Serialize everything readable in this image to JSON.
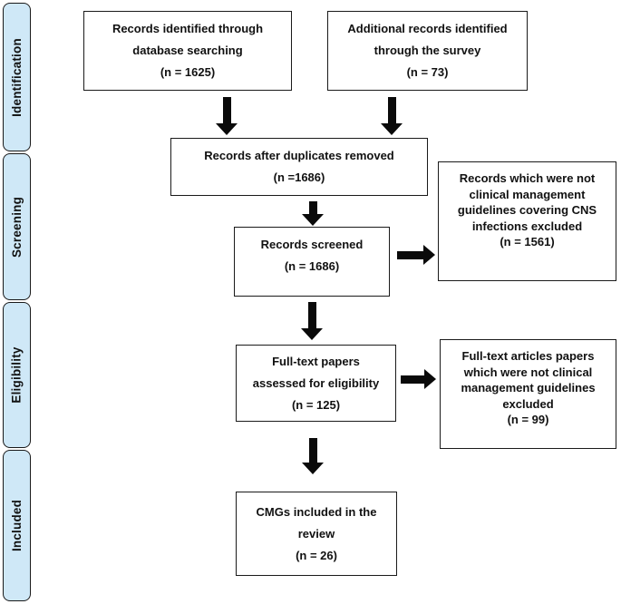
{
  "sidebar": {
    "stages": [
      {
        "label": "Identification"
      },
      {
        "label": "Screening"
      },
      {
        "label": "Eligibility"
      },
      {
        "label": "Included"
      }
    ]
  },
  "boxes": {
    "identified_db": {
      "lines": [
        "Records identified through",
        "database searching",
        "(n = 1625)"
      ]
    },
    "identified_survey": {
      "lines": [
        "Additional records identified",
        "through the survey",
        "(n = 73)"
      ]
    },
    "after_duplicates": {
      "lines": [
        "Records after duplicates removed",
        "(n =1686)"
      ]
    },
    "screened": {
      "lines": [
        "Records screened",
        "(n = 1686)"
      ]
    },
    "screened_excluded": {
      "lines": [
        "Records which were not",
        "clinical management",
        "guidelines covering CNS",
        "infections excluded",
        "(n = 1561)"
      ]
    },
    "fulltext": {
      "lines": [
        "Full-text papers",
        "assessed for eligibility",
        "(n = 125)"
      ]
    },
    "fulltext_excluded": {
      "lines": [
        "Full-text articles papers",
        "which were not clinical",
        "management guidelines",
        "excluded",
        "(n = 99)"
      ]
    },
    "included": {
      "lines": [
        "CMGs included in the",
        "review",
        "(n = 26)"
      ]
    }
  },
  "colors": {
    "stage_fill": "#cfe8f7",
    "box_border": "#1a1a1a",
    "arrow": "#0a0a0a",
    "background": "#ffffff",
    "text": "#111111"
  }
}
